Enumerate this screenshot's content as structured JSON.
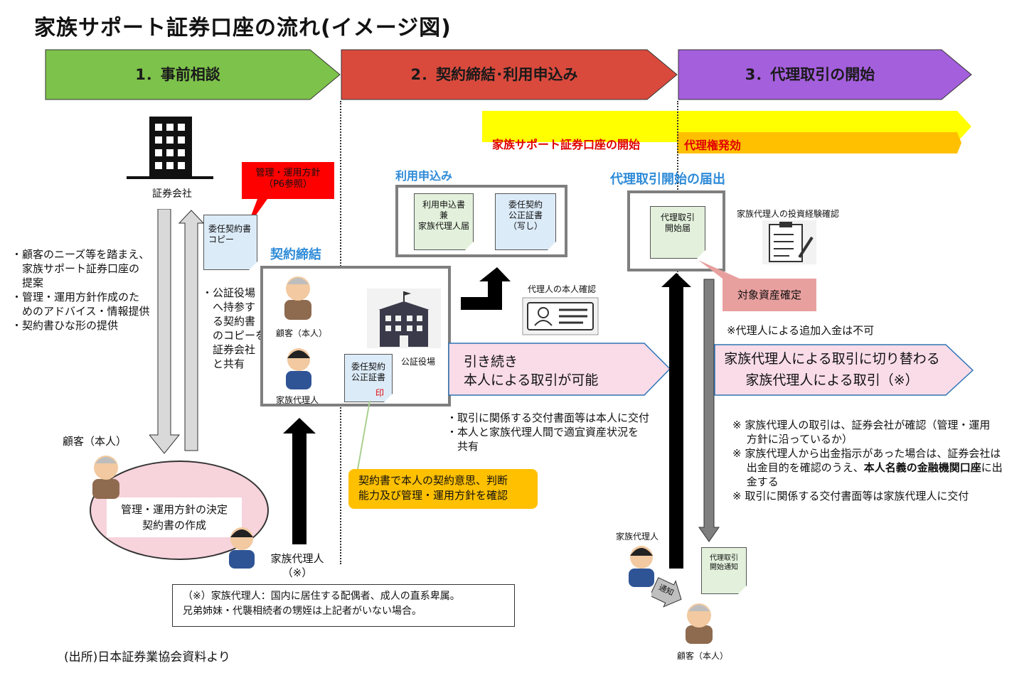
{
  "title": "家族サポート証券口座の流れ(イメージ図)",
  "phases": [
    {
      "label": "1．事前相談",
      "color": "#7dc24b"
    },
    {
      "label": "2．契約締結･利用申込み",
      "color": "#d94a3d"
    },
    {
      "label": "3．代理取引の開始",
      "color": "#a45fdd"
    }
  ],
  "bands": {
    "account_start": "家族サポート証券口座の開始",
    "proxy_effective": "代理権発効"
  },
  "phase1": {
    "company": "証券会社",
    "red_callout": {
      "line1": "管理・運用方針",
      "line2": "（P6参照）"
    },
    "doc_copy": {
      "line1": "委任契約書",
      "line2": "コピー"
    },
    "bullets": [
      "・顧客のニーズ等を踏まえ、",
      "　家族サポート証券口座の",
      "　提案",
      "・管理・運用方針作成のた",
      "　めのアドバイス・情報提供",
      "・契約書ひな形の提供"
    ],
    "notary_share": [
      "・公証役場",
      "　へ持参す",
      "　る契約書",
      "　のコピーを",
      "　証券会社",
      "　と共有"
    ],
    "customer_label": "顧客（本人）",
    "ellipse": {
      "line1": "管理・運用方針の決定",
      "line2": "契約書の作成"
    },
    "family_proxy": {
      "line1": "家族代理人",
      "line2": "（※）"
    },
    "footnote": {
      "line1": "（※）家族代理人：国内に居住する配偶者、成人の直系卑属。",
      "line2": "兄弟姉妹・代襲相続者の甥姪は上記者がいない場合。"
    },
    "source": "(出所)日本証券業協会資料より"
  },
  "phase2": {
    "contract_heading": "契約締結",
    "customer": "顧客（本人）",
    "family_proxy": "家族代理人",
    "notary_office": "公証役場",
    "contract_doc": {
      "line1": "委任契約",
      "line2": "公正証書",
      "seal": "印"
    },
    "apply_heading": "利用申込み",
    "apply_doc": {
      "line1": "利用申込書",
      "line2": "兼",
      "line3": "家族代理人届"
    },
    "notary_copy_doc": {
      "line1": "委任契約",
      "line2": "公正証書",
      "line3": "（写し）"
    },
    "id_check": "代理人の本人確認",
    "continue_arrow": {
      "line1": "引き続き",
      "line2": "本人による取引が可能"
    },
    "continue_notes": [
      "・取引に関係する交付書面等は本人に交付",
      "・本人と家族代理人間で適宜資産状況を",
      "　共有"
    ],
    "confirm_box": {
      "line1": "契約書で本人の契約意思、判断",
      "line2": "能力及び管理・運用方針を確認"
    }
  },
  "phase3": {
    "start_heading": "代理取引開始の届出",
    "start_doc": {
      "line1": "代理取引",
      "line2": "開始届"
    },
    "experience_check": "家族代理人の投資経験確認",
    "target_assets": "対象資産確定",
    "no_deposit": "※代理人による追加入金は不可",
    "switch_arrow": {
      "line1": "家族代理人による取引に切り替わる",
      "line2": "家族代理人による取引（※）"
    },
    "notes": [
      "※  家族代理人の取引は、証券会社が確認（管理・運用",
      "　 方針に沿っているか）",
      "※  家族代理人から出金指示があった場合は、証券会社は",
      "　 出金目的を確認のうえ、",
      "　 金する",
      "※  取引に関係する交付書面等は家族代理人に交付"
    ],
    "notes_bold": "本人名義の金融機関口座",
    "notes_tail": "に出",
    "family_proxy": "家族代理人",
    "notice_doc": {
      "line1": "代理取引",
      "line2": "開始通知"
    },
    "notice_label": "通知",
    "customer": "顧客（本人）"
  }
}
